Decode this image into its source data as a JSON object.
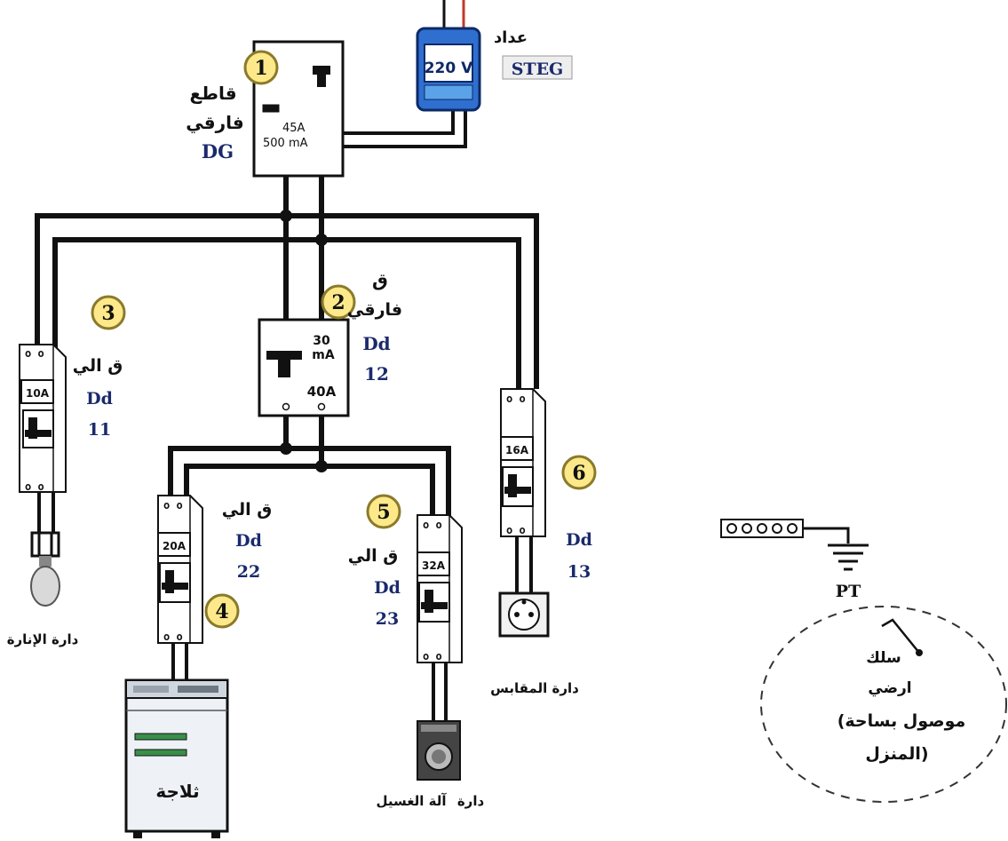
{
  "meter": {
    "label": "عداد",
    "voltage": "220 V",
    "provider": "STEG"
  },
  "main_breaker": {
    "number": "1",
    "title_line1": "قاطع",
    "title_line2": "فارقي",
    "code": "DG",
    "rating": "45A",
    "sensitivity": "500 mA"
  },
  "differential_breaker": {
    "number": "2",
    "title_line1": "ق",
    "title_line2": "فارقي",
    "code": "Dd",
    "index": "12",
    "sensitivity_value": "30",
    "sensitivity_unit": "mA",
    "rating": "40A"
  },
  "breakers": [
    {
      "number": "3",
      "title": "ق الي",
      "code": "Dd",
      "index": "11",
      "rating": "10A",
      "circuit": "دارة الإنارة"
    },
    {
      "number": "4",
      "title": "ق الي",
      "code": "Dd",
      "index": "22",
      "rating": "20A",
      "circuit": "ثلاجة"
    },
    {
      "number": "5",
      "title": "ق الي",
      "code": "Dd",
      "index": "23",
      "rating": "32A",
      "circuit_line1": "دارة",
      "circuit_line2": "آلة الغسيل"
    },
    {
      "number": "6",
      "code": "Dd",
      "index": "13",
      "rating": "16A",
      "circuit": "دارة المقابس"
    }
  ],
  "ground": {
    "terminal": "PT",
    "wire_line1": "سلك",
    "wire_line2": "ارضي",
    "wire_line3": "(موصول بساحة",
    "wire_line4": "المنزل)"
  },
  "colors": {
    "wire": "#111111",
    "badge_fill": "#fde98a",
    "badge_stroke": "#8a7a2a",
    "meter_blue": "#2f6fd0",
    "navy_text": "#1a2a6c"
  }
}
